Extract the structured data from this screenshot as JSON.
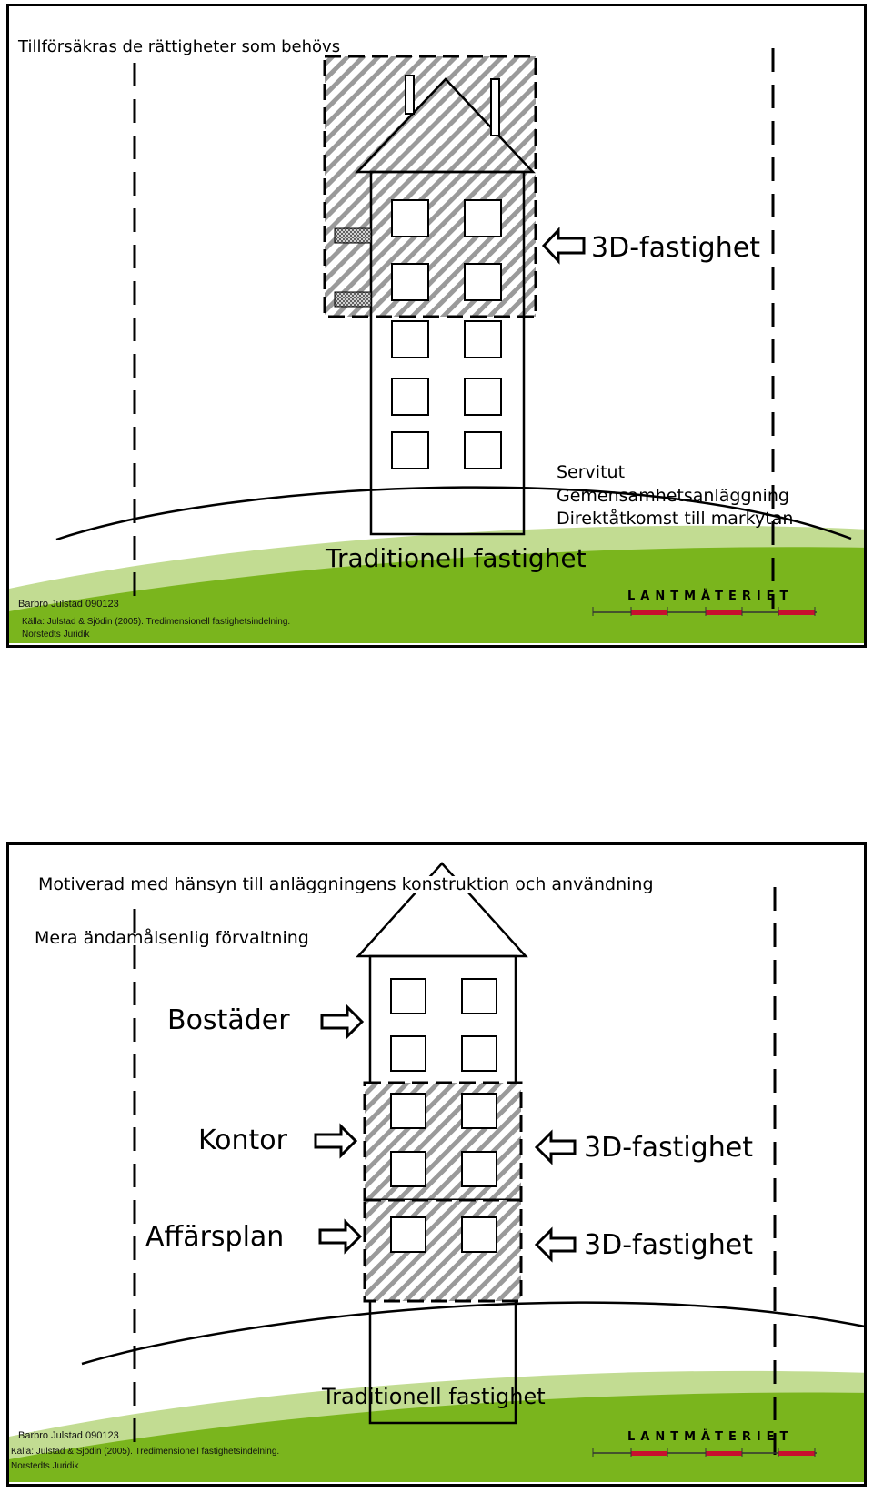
{
  "slide1": {
    "heading": "Tillförsäkras de rättigheter som behövs",
    "label_3d": "3D-fastighet",
    "rights": [
      "Servitut",
      "Gemensamhetsanläggning",
      "Direktåtkomst till markytan"
    ],
    "traditional": "Traditionell fastighet",
    "author": "Barbro Julstad 090123",
    "source_line1": "Källa: Julstad & Sjödin (2005). Tredimensionell fastighetsindelning.",
    "source_line2": "Norstedts Juridik",
    "logo": "LANTMÄTERIET"
  },
  "slide2": {
    "heading1": "Motiverad med hänsyn till anläggningens konstruktion och användning",
    "heading2": "Mera ändamålsenlig förvaltning",
    "use_labels": [
      "Bostäder",
      "Kontor",
      "Affärsplan"
    ],
    "label_3d_upper": "3D-fastighet",
    "label_3d_lower": "3D-fastighet",
    "traditional": "Traditionell fastighet",
    "author": "Barbro Julstad 090123",
    "source_line1": "Källa: Julstad & Sjödin (2005). Tredimensionell fastighetsindelning.",
    "source_line2": "Norstedts Juridik",
    "logo": "LANTMÄTERIET"
  },
  "colors": {
    "green_dark": "#7ab51d",
    "green_light": "#c2dc92",
    "hatch": "#9a9a9a",
    "accent_red": "#c8102e"
  }
}
